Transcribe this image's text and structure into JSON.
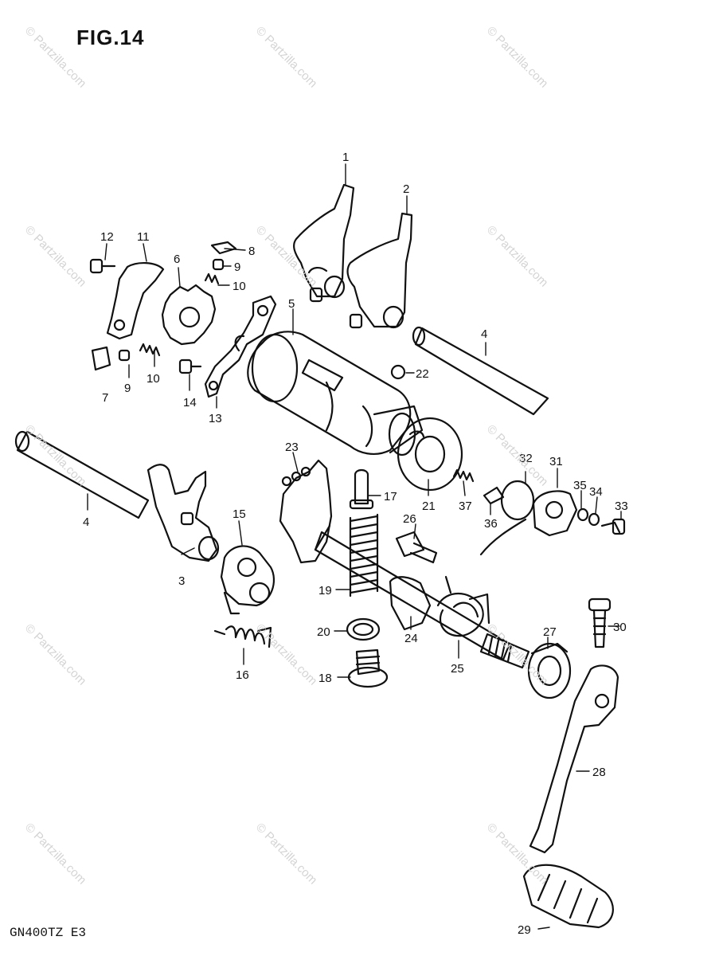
{
  "figure": {
    "title": "FIG.14",
    "model_code": "GN400TZ E3"
  },
  "watermark": {
    "text": "© Partzilla.com"
  },
  "callouts": [
    {
      "id": "1",
      "label": "1"
    },
    {
      "id": "2",
      "label": "2"
    },
    {
      "id": "3",
      "label": "3"
    },
    {
      "id": "4a",
      "label": "4"
    },
    {
      "id": "4b",
      "label": "4"
    },
    {
      "id": "5",
      "label": "5"
    },
    {
      "id": "6",
      "label": "6"
    },
    {
      "id": "7",
      "label": "7"
    },
    {
      "id": "8",
      "label": "8"
    },
    {
      "id": "9a",
      "label": "9"
    },
    {
      "id": "9b",
      "label": "9"
    },
    {
      "id": "10a",
      "label": "10"
    },
    {
      "id": "10b",
      "label": "10"
    },
    {
      "id": "11",
      "label": "11"
    },
    {
      "id": "12",
      "label": "12"
    },
    {
      "id": "13",
      "label": "13"
    },
    {
      "id": "14",
      "label": "14"
    },
    {
      "id": "15",
      "label": "15"
    },
    {
      "id": "16",
      "label": "16"
    },
    {
      "id": "17",
      "label": "17"
    },
    {
      "id": "18",
      "label": "18"
    },
    {
      "id": "19",
      "label": "19"
    },
    {
      "id": "20",
      "label": "20"
    },
    {
      "id": "21",
      "label": "21"
    },
    {
      "id": "22",
      "label": "22"
    },
    {
      "id": "23",
      "label": "23"
    },
    {
      "id": "24",
      "label": "24"
    },
    {
      "id": "25",
      "label": "25"
    },
    {
      "id": "26",
      "label": "26"
    },
    {
      "id": "27",
      "label": "27"
    },
    {
      "id": "28",
      "label": "28"
    },
    {
      "id": "29",
      "label": "29"
    },
    {
      "id": "30",
      "label": "30"
    },
    {
      "id": "31",
      "label": "31"
    },
    {
      "id": "32",
      "label": "32"
    },
    {
      "id": "33",
      "label": "33"
    },
    {
      "id": "34",
      "label": "34"
    },
    {
      "id": "35",
      "label": "35"
    },
    {
      "id": "36",
      "label": "36"
    },
    {
      "id": "37",
      "label": "37"
    }
  ]
}
